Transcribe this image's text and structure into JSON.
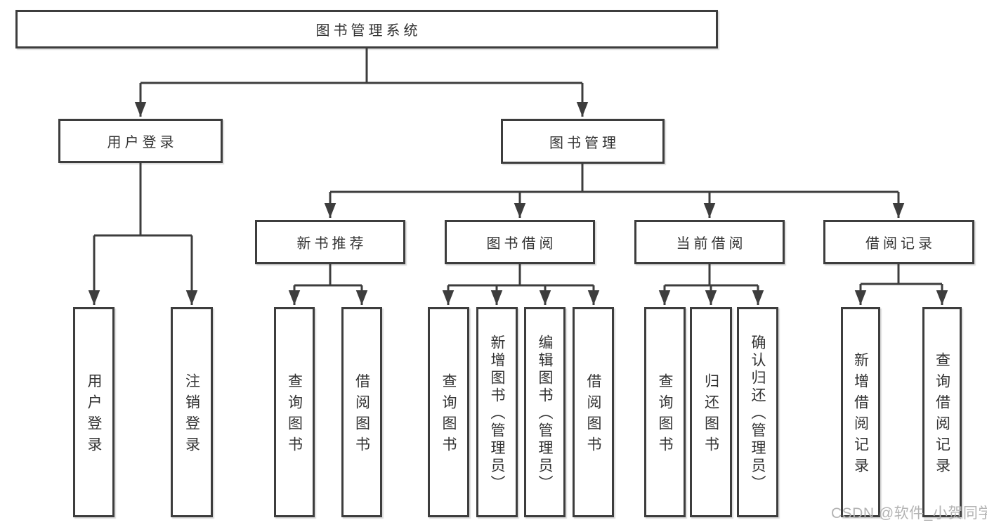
{
  "diagram": {
    "root": {
      "label": "图书管理系统"
    },
    "branches": [
      {
        "label": "用户登录",
        "leaves": [
          {
            "label": "用户登录"
          },
          {
            "label": "注销登录"
          }
        ]
      },
      {
        "label": "图书管理",
        "groups": [
          {
            "label": "新书推荐",
            "leaves": [
              {
                "label": "查询图书"
              },
              {
                "label": "借阅图书"
              }
            ]
          },
          {
            "label": "图书借阅",
            "leaves": [
              {
                "label": "查询图书"
              },
              {
                "label": "新增图书（管理员）"
              },
              {
                "label": "编辑图书（管理员）"
              },
              {
                "label": "借阅图书"
              }
            ]
          },
          {
            "label": "当前借阅",
            "leaves": [
              {
                "label": "查询图书"
              },
              {
                "label": "归还图书"
              },
              {
                "label": "确认归还（管理员）"
              }
            ]
          },
          {
            "label": "借阅记录",
            "leaves": [
              {
                "label": "新增借阅记录"
              },
              {
                "label": "查询借阅记录"
              }
            ]
          }
        ]
      }
    ]
  },
  "watermark": {
    "text": "CSDN @软件_小贺同学"
  },
  "colors": {
    "border": "#3d3d3d",
    "text": "#333333",
    "watermark": "#b3b3b3",
    "background": "#ffffff"
  }
}
